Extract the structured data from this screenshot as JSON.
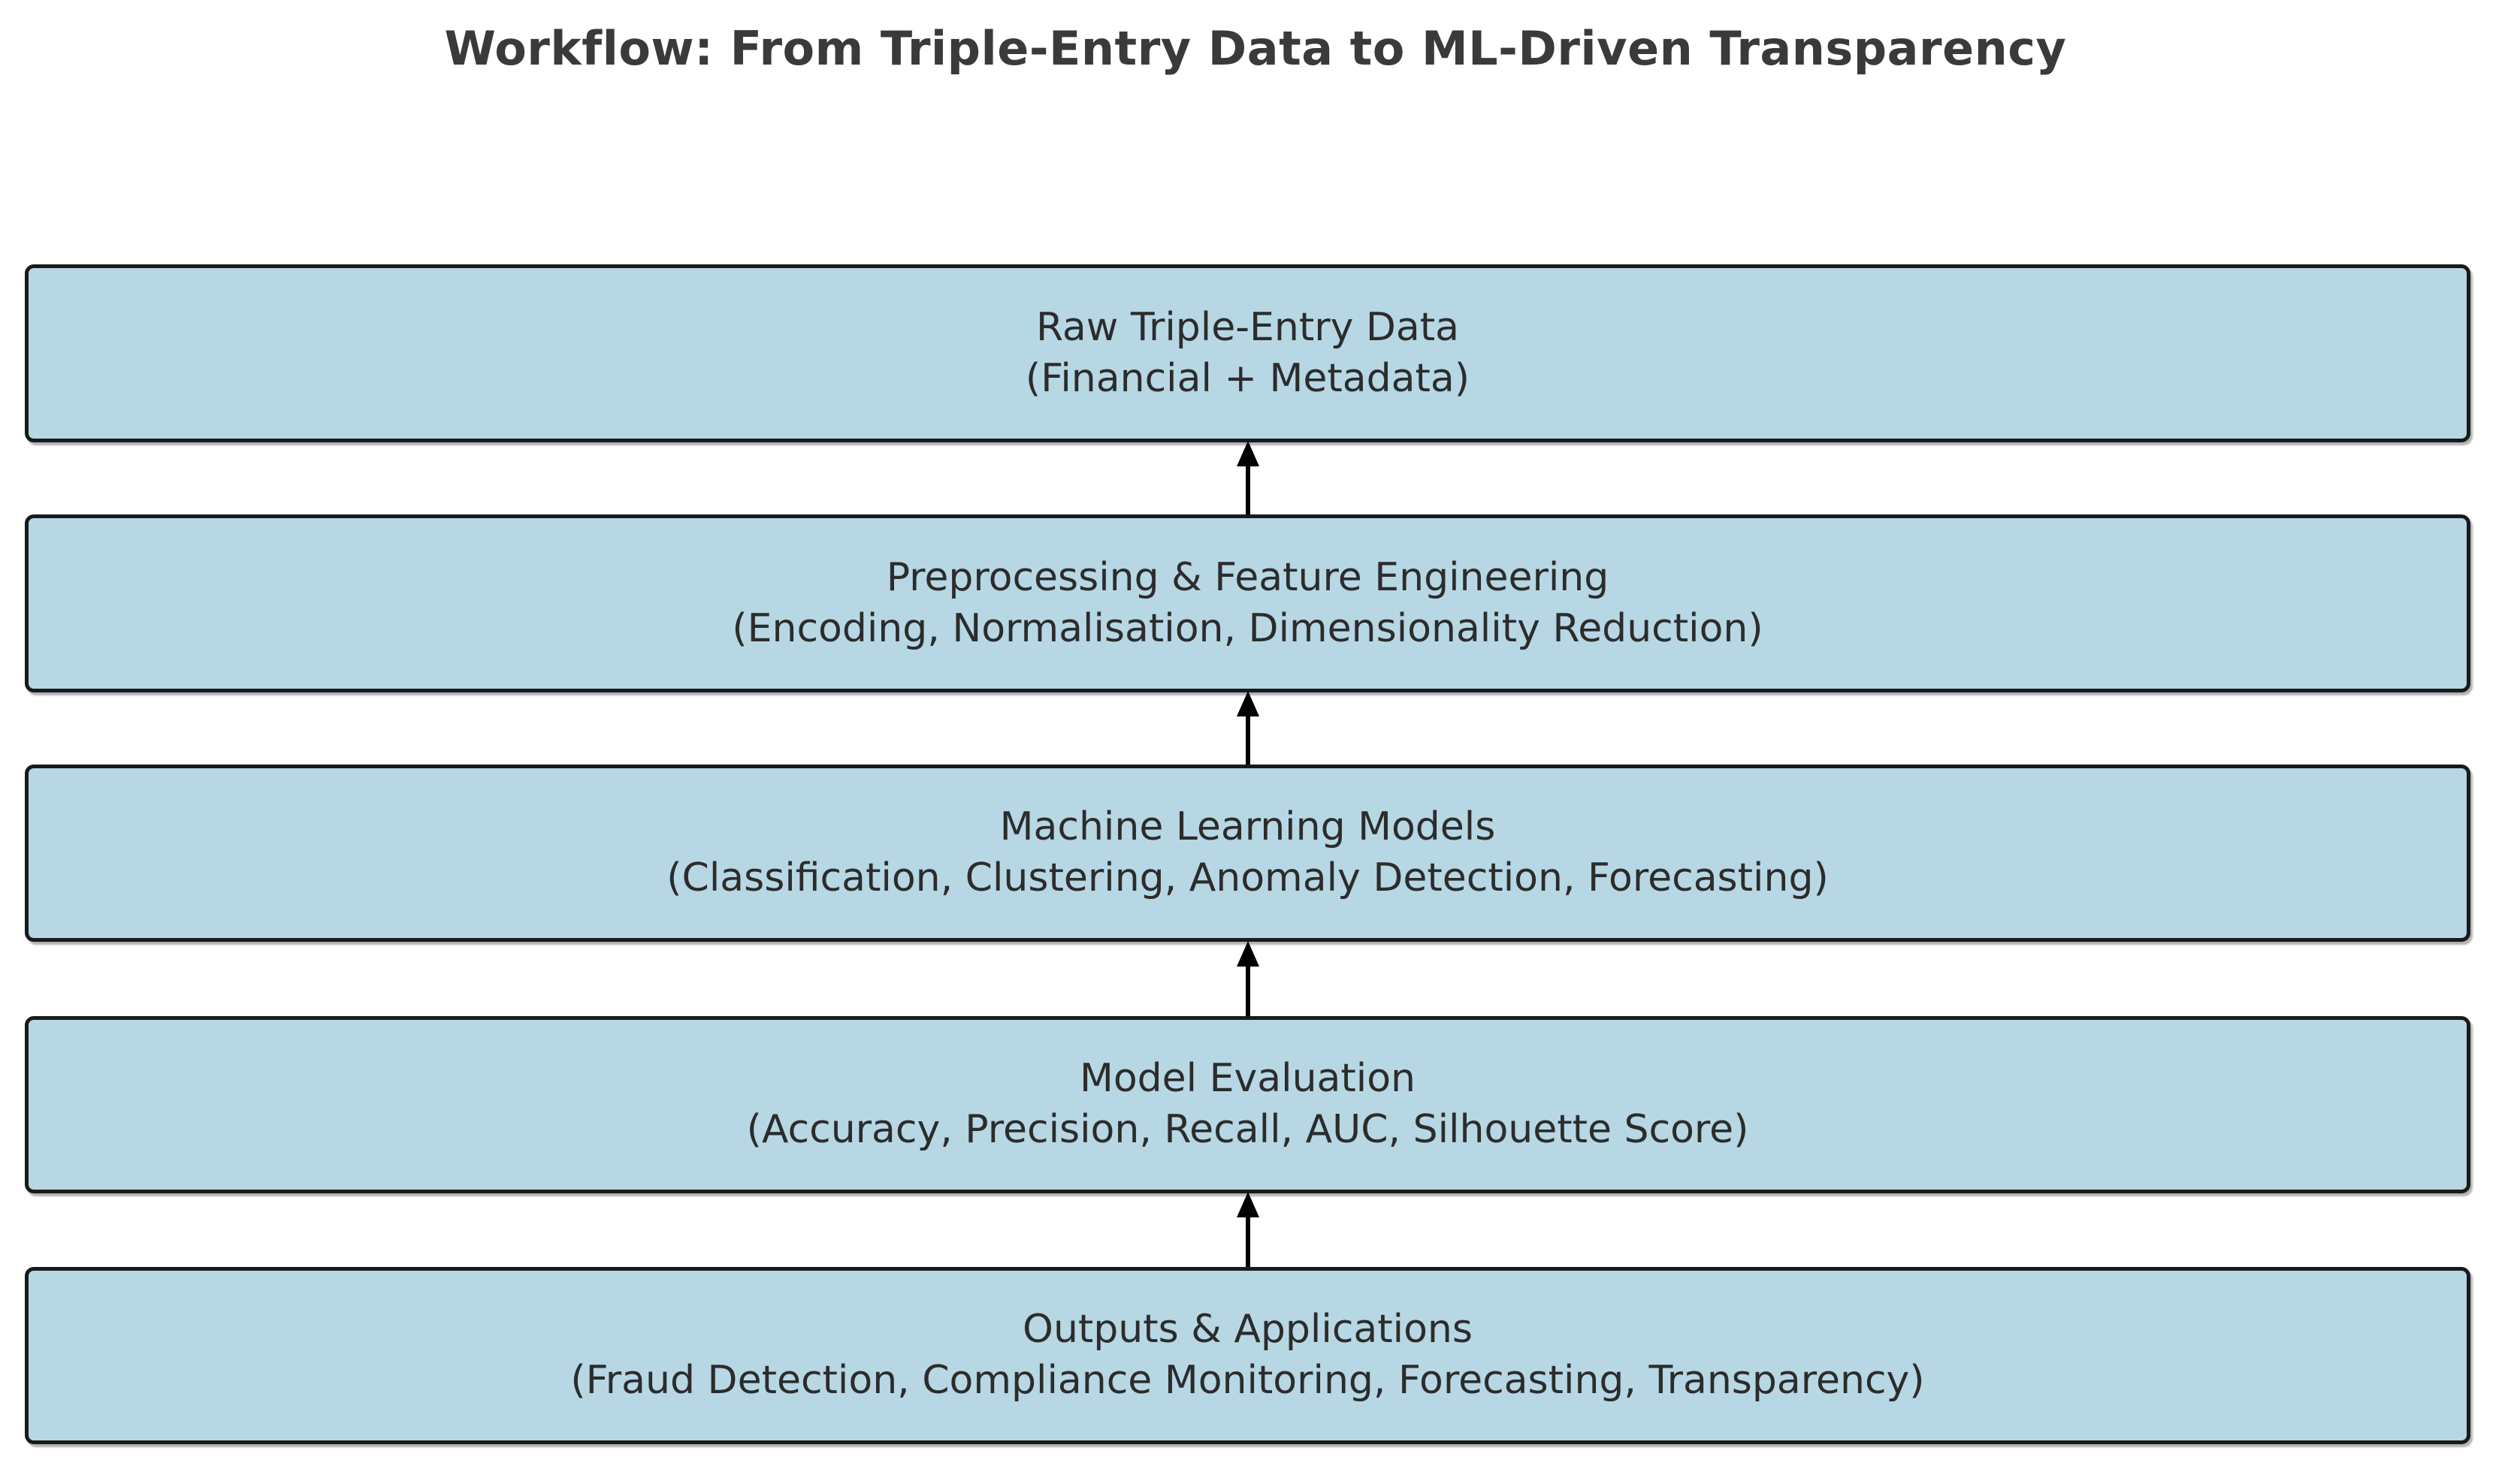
{
  "figure": {
    "title": "Workflow: From Triple-Entry Data to ML-Driven Transparency",
    "background_color": "#ffffff",
    "box_fill_color": "#b7d7e4",
    "box_border_color": "#1a1a1a",
    "text_color": "#2c2c2c",
    "title_color": "#3a3a3a",
    "arrow_color": "#000000"
  },
  "chart_data": {
    "type": "diagram",
    "orientation": "vertical-bottom-up",
    "title": "Workflow: From Triple-Entry Data to ML-Driven Transparency",
    "nodes": [
      {
        "id": "raw-data",
        "order": 1,
        "heading": "Raw Triple-Entry Data",
        "detail": "(Financial + Metadata)"
      },
      {
        "id": "preprocessing",
        "order": 2,
        "heading": "Preprocessing & Feature Engineering",
        "detail": "(Encoding, Normalisation, Dimensionality Reduction)"
      },
      {
        "id": "ml-models",
        "order": 3,
        "heading": "Machine Learning Models",
        "detail": "(Classification, Clustering, Anomaly Detection, Forecasting)"
      },
      {
        "id": "evaluation",
        "order": 4,
        "heading": "Model Evaluation",
        "detail": "(Accuracy, Precision, Recall, AUC, Silhouette Score)"
      },
      {
        "id": "outputs",
        "order": 5,
        "heading": "Outputs & Applications",
        "detail": "(Fraud Detection, Compliance Monitoring, Forecasting, Transparency)"
      }
    ],
    "edges": [
      {
        "from": "preprocessing",
        "to": "raw-data",
        "style": "solid-arrow-up"
      },
      {
        "from": "ml-models",
        "to": "preprocessing",
        "style": "solid-arrow-up"
      },
      {
        "from": "evaluation",
        "to": "ml-models",
        "style": "solid-arrow-up"
      },
      {
        "from": "outputs",
        "to": "evaluation",
        "style": "solid-arrow-up"
      }
    ]
  }
}
